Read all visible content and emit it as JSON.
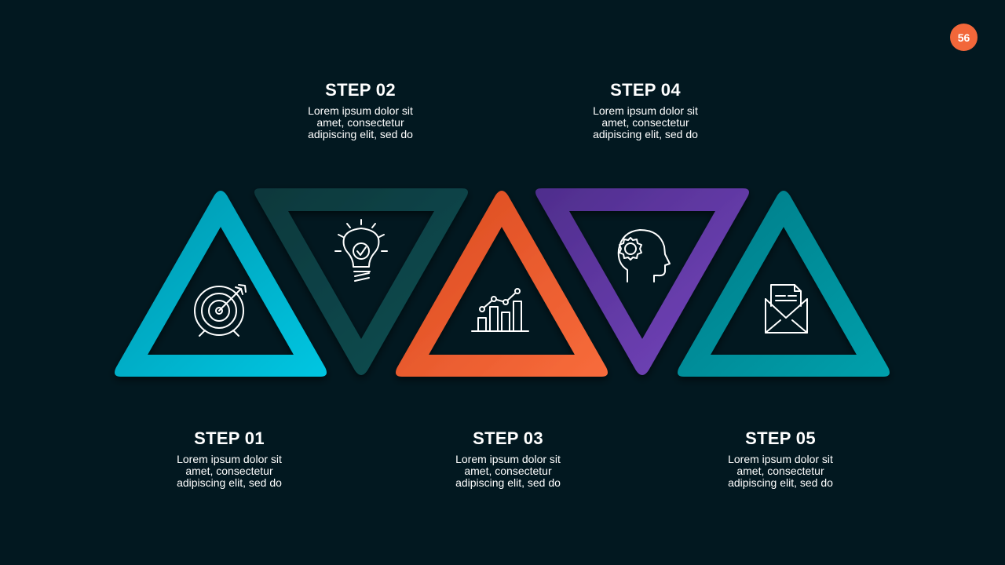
{
  "page_number": "56",
  "colors": {
    "background": "#021820",
    "badge": "#f2673a",
    "step1": "#00b5d0",
    "step2": "#0a4448",
    "step3": "#f2663a",
    "step4": "#6a3fae",
    "step5": "#008f9c"
  },
  "steps": [
    {
      "title": "STEP 01",
      "description": "Lorem ipsum dolor sit amet, consectetur adipiscing elit, sed do",
      "icon": "target-icon"
    },
    {
      "title": "STEP 02",
      "description": "Lorem ipsum dolor sit amet, consectetur adipiscing elit, sed do",
      "icon": "lightbulb-icon"
    },
    {
      "title": "STEP 03",
      "description": "Lorem ipsum dolor sit amet, consectetur adipiscing elit, sed do",
      "icon": "bar-chart-icon"
    },
    {
      "title": "STEP 04",
      "description": "Lorem ipsum dolor sit amet, consectetur adipiscing elit, sed do",
      "icon": "head-gear-icon"
    },
    {
      "title": "STEP 05",
      "description": "Lorem ipsum dolor sit amet, consectetur adipiscing elit, sed do",
      "icon": "envelope-document-icon"
    }
  ]
}
